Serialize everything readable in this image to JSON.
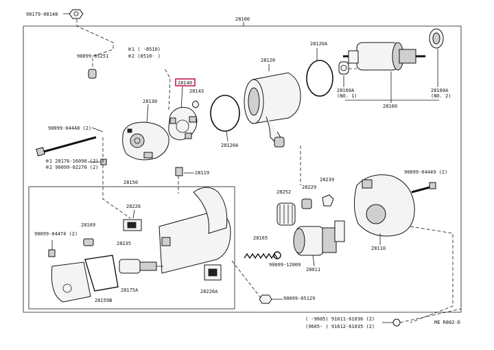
{
  "diagram": {
    "main_ref": "28100",
    "fig_code": "ME R802-D",
    "highlight_ref": "28140",
    "note_top": {
      "line1": "※1 (     -8510)",
      "line2": "※2 (8510-     )"
    },
    "note_left": {
      "line1": "※1 28176-16090 (2)",
      "line2": "※2 90099-02270 (2)"
    },
    "note_bottom": {
      "line1": "(     -9605) 91611-61036 (2)",
      "line2": "(9605-     ) 91612-61035 (2)"
    },
    "labels": {
      "l90179": "90179-08148",
      "l90099_05251": "90099-05251",
      "l28130": "28130",
      "l28143": "28143",
      "l28120": "28120",
      "l28120A_top": "28120A",
      "l28120A_bot": "28120A",
      "l90099_04448": "90099-04448 (2)",
      "l28160": "28160",
      "l28160A_1": "28160A",
      "l28160A_1n": "(NO. 1)",
      "l28160A_2": "28160A",
      "l28160A_2n": "(NO. 2)",
      "l28150": "28150",
      "l28119": "28119",
      "l28252": "28252",
      "l28229": "28229",
      "l28239": "28239",
      "l90099_04449": "90099-04449 (2)",
      "l28226": "28226",
      "l90099_04474": "90099-04474 (2)",
      "l28169": "28169",
      "l28235": "28235",
      "l28165": "28165",
      "l90099_12009": "90099-12009",
      "l28011": "28011",
      "l28110": "28110",
      "l28175A": "28175A",
      "l28159B": "28159B",
      "l28226A": "28226A",
      "l90099_05129": "90099-05129"
    }
  }
}
